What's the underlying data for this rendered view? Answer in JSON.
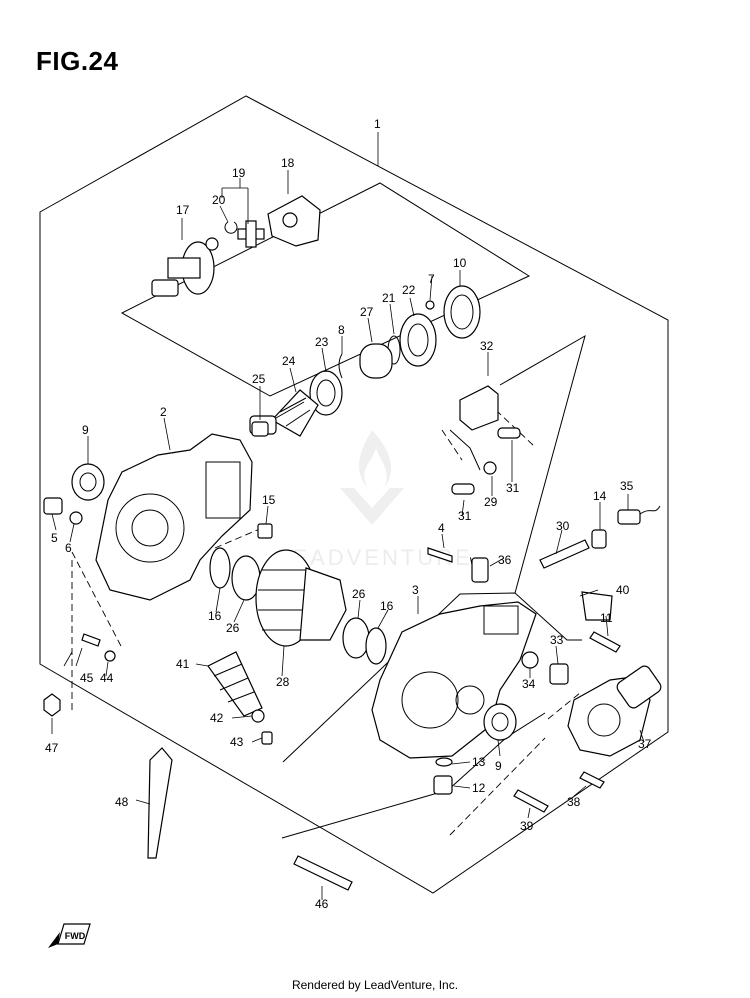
{
  "figure": {
    "title": "FIG.24"
  },
  "footer": {
    "text": "Rendered by LeadVenture, Inc."
  },
  "watermark": {
    "text": "LEADVENTURE"
  },
  "fwd_label": "FWD",
  "callouts": {
    "p1": "1",
    "p2": "2",
    "p3": "3",
    "p4": "4",
    "p5": "5",
    "p6": "6",
    "p7": "7",
    "p8": "8",
    "p9a": "9",
    "p9b": "9",
    "p10": "10",
    "p11": "11",
    "p12": "12",
    "p13": "13",
    "p14": "14",
    "p15": "15",
    "p16a": "16",
    "p16b": "16",
    "p17": "17",
    "p18": "18",
    "p19": "19",
    "p20": "20",
    "p21": "21",
    "p22": "22",
    "p23": "23",
    "p24": "24",
    "p25": "25",
    "p26a": "26",
    "p26b": "26",
    "p27": "27",
    "p28": "28",
    "p29": "29",
    "p30": "30",
    "p31a": "31",
    "p31b": "31",
    "p32": "32",
    "p33": "33",
    "p34": "34",
    "p35": "35",
    "p36": "36",
    "p37": "37",
    "p38": "38",
    "p39": "39",
    "p40": "40",
    "p41": "41",
    "p42": "42",
    "p43": "43",
    "p44": "44",
    "p45": "45",
    "p46": "46",
    "p47": "47",
    "p48": "48"
  }
}
